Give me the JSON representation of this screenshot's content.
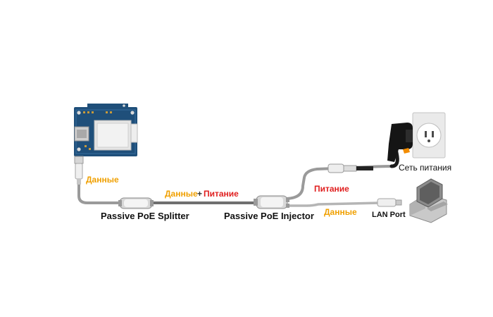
{
  "labels": {
    "data_top": "Данные",
    "data_mid": "Данные",
    "plus": "+",
    "power_mid": "Питание",
    "power_right": "Питание",
    "data_right": "Данные",
    "splitter": "Passive PoE Splitter",
    "injector": "Passive PoE Injector",
    "mains": "Сеть питания",
    "lan_port": "LAN Port"
  },
  "colors": {
    "data": "#f0a000",
    "power": "#e02020",
    "cable": "#8a8a8a",
    "board": "#1f4f7a"
  },
  "icons": [
    "circuit-board",
    "poe-splitter",
    "poe-injector",
    "wall-socket",
    "power-plug",
    "computer-icon",
    "ethernet-plug"
  ]
}
